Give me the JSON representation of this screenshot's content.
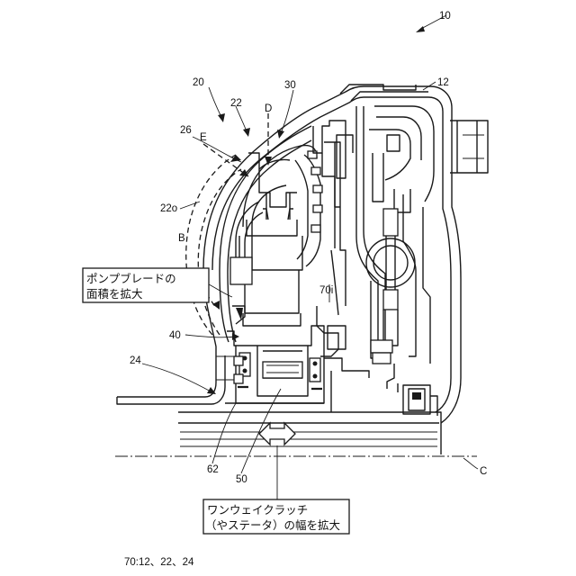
{
  "labels": {
    "assembly": "10",
    "housing": "12",
    "pump": "20",
    "pump_shell": "22",
    "pump_outer": "22o",
    "converter_housing": "24",
    "blade": "26",
    "turbine": "30",
    "stator": "40",
    "one_way_clutch": "50",
    "hub": "62",
    "inner_wall": "70i",
    "marker_b": "B",
    "marker_d": "D",
    "marker_e": "E",
    "axis": "C"
  },
  "callouts": {
    "pump_blade_area_line1": "ポンプブレードの",
    "pump_blade_area_line2": "面積を拡大",
    "clutch_width_line1": "ワンウェイクラッチ",
    "clutch_width_line2": "（やステータ）の幅を拡大"
  },
  "footnote": "70:12、22、24"
}
